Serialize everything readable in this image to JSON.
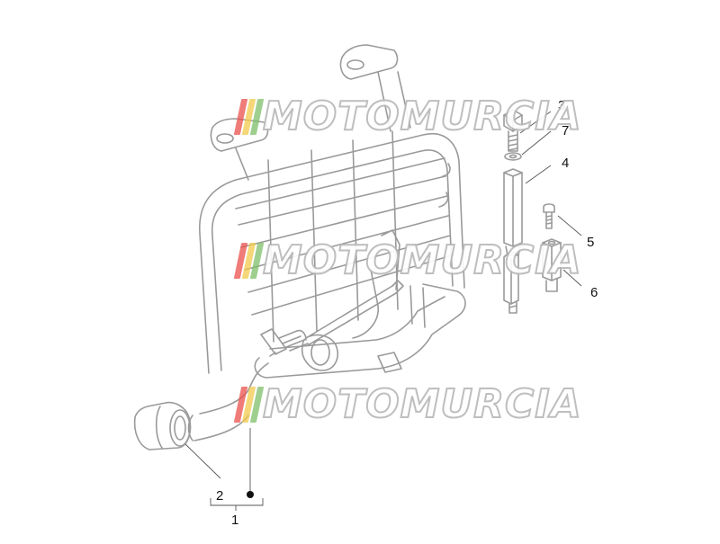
{
  "watermark": {
    "text": "MOTOMURCIA",
    "flag_colors": [
      "#e9504b",
      "#f2c94c",
      "#7fbf6a"
    ]
  },
  "callouts": [
    "3",
    "7",
    "4",
    "5",
    "6",
    "2",
    "1"
  ],
  "colors": {
    "line": "#9a9a9a",
    "text": "#111111",
    "background": "#ffffff"
  }
}
